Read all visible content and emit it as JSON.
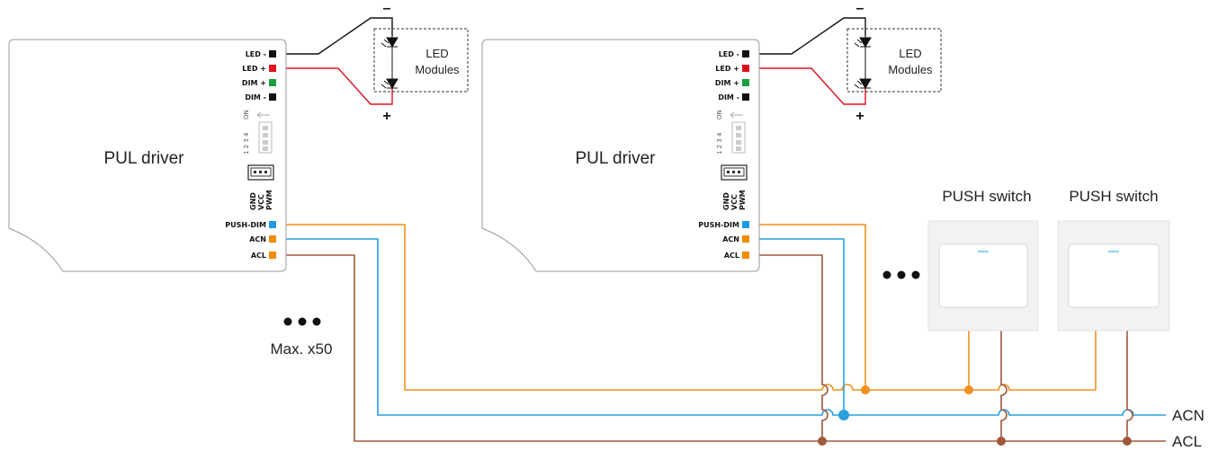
{
  "drivers": [
    {
      "title": "PUL driver",
      "pins_top": [
        "LED -",
        "LED +",
        "DIM +",
        "DIM -"
      ],
      "pins_bottom": [
        "PUSH-DIM",
        "ACN",
        "ACL"
      ],
      "dip_numbers": "1 2 3 4",
      "dip_on": "ON",
      "connector_labels": [
        "GND",
        "VCC",
        "PWM"
      ]
    },
    {
      "title": "PUL driver",
      "pins_top": [
        "LED -",
        "LED +",
        "DIM +",
        "DIM -"
      ],
      "pins_bottom": [
        "PUSH-DIM",
        "ACN",
        "ACL"
      ],
      "dip_numbers": "1 2 3 4",
      "dip_on": "ON",
      "connector_labels": [
        "GND",
        "VCC",
        "PWM"
      ]
    }
  ],
  "led_modules": [
    {
      "label_line1": "LED",
      "label_line2": "Modules",
      "minus": "–",
      "plus": "+"
    },
    {
      "label_line1": "LED",
      "label_line2": "Modules",
      "minus": "–",
      "plus": "+"
    }
  ],
  "switches": [
    {
      "label": "PUSH switch"
    },
    {
      "label": "PUSH switch"
    }
  ],
  "max_label": "Max. x50",
  "bus_labels": {
    "acn": "ACN",
    "acl": "ACL"
  },
  "colors": {
    "led_minus": "#111111",
    "led_plus": "#e0101e",
    "dim_plus": "#1a9e3e",
    "dim_minus": "#111111",
    "push_dim": "#1e9be0",
    "acn_pin": "#f08c00",
    "acl_pin": "#f08c00",
    "orange_wire": "#f0901e",
    "blue_wire": "#2aa0dc",
    "brown_wire": "#a0583a"
  }
}
